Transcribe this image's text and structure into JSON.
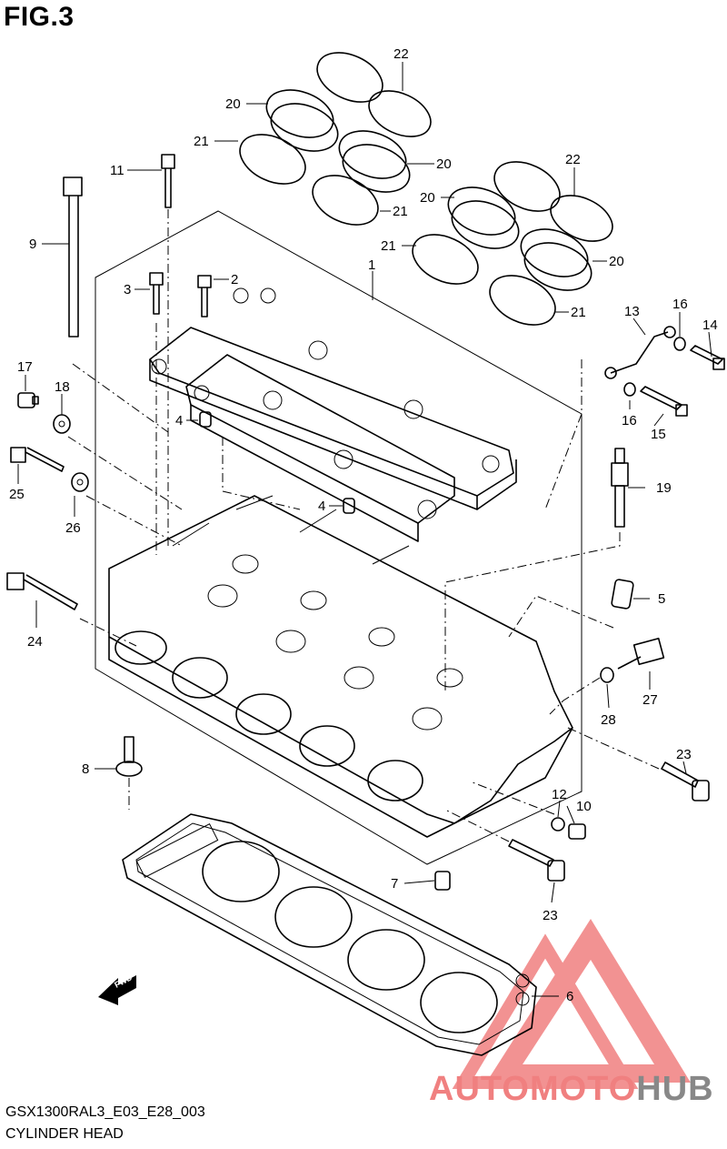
{
  "figure": {
    "title": "FIG.3",
    "model_code": "GSX1300RAL3_E03_E28_003",
    "caption": "CYLINDER HEAD"
  },
  "fwd_arrow": {
    "label": "FWD"
  },
  "watermark": {
    "brand": "AUTOMOTOHUB",
    "color_primary": "#f08080",
    "color_secondary": "#888888"
  },
  "callouts": {
    "c1": "1",
    "c2": "2",
    "c3": "3",
    "c4a": "4",
    "c4b": "4",
    "c5": "5",
    "c6": "6",
    "c7": "7",
    "c8": "8",
    "c9": "9",
    "c10": "10",
    "c11": "11",
    "c12": "12",
    "c13": "13",
    "c14": "14",
    "c15": "15",
    "c16a": "16",
    "c16b": "16",
    "c17": "17",
    "c18": "18",
    "c19": "19",
    "c20a": "20",
    "c20b": "20",
    "c20c": "20",
    "c20d": "20",
    "c21a": "21",
    "c21b": "21",
    "c21c": "21",
    "c21d": "21",
    "c22a": "22",
    "c22b": "22",
    "c23a": "23",
    "c23b": "23",
    "c24": "24",
    "c25": "25",
    "c26": "26",
    "c27": "27",
    "c28": "28"
  }
}
